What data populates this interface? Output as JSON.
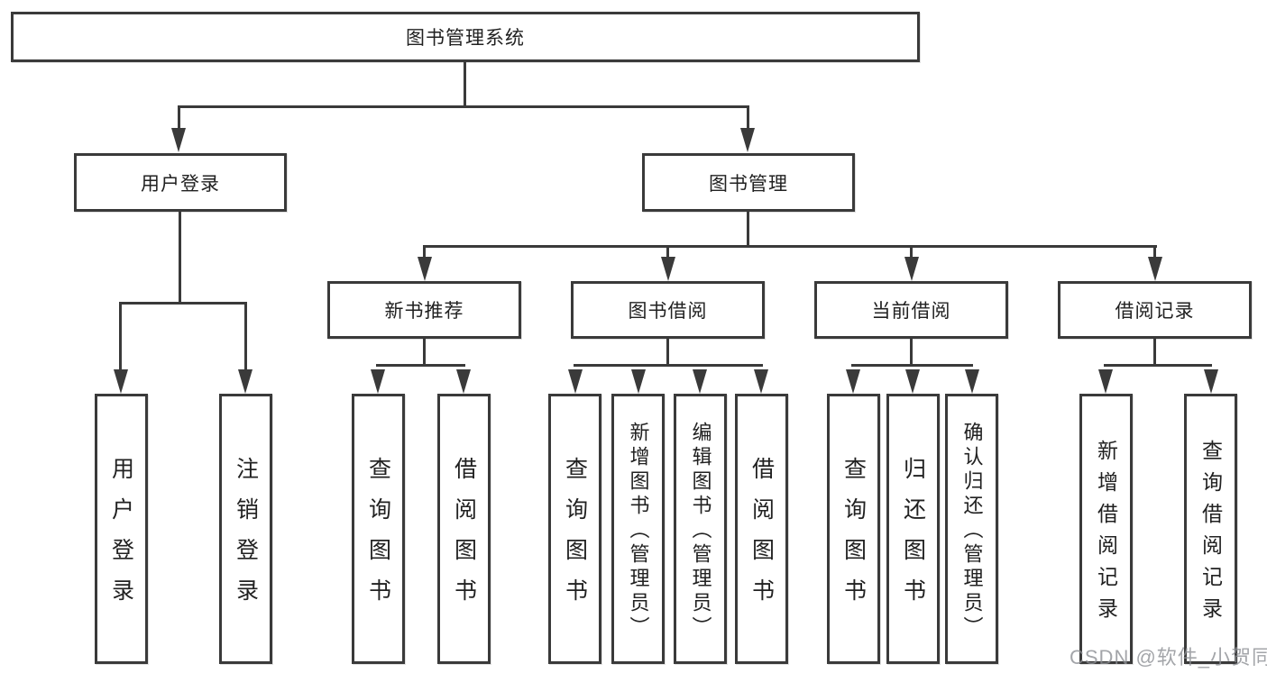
{
  "diagram": {
    "root_label": "图书管理系统",
    "level2": {
      "user_login": "用户登录",
      "book_management": "图书管理"
    },
    "level3": {
      "new_books": "新书推荐",
      "book_borrowing": "图书借阅",
      "current_borrowing": "当前借阅",
      "borrowing_records": "借阅记录"
    },
    "leaves": {
      "user_login": [
        "用户登录",
        "注销登录"
      ],
      "new_books": [
        "查询图书",
        "借阅图书"
      ],
      "book_borrowing": [
        "查询图书",
        "新增图书（管理员）",
        "编辑图书（管理员）",
        "借阅图书"
      ],
      "current_borrowing": [
        "查询图书",
        "归还图书",
        "确认归还（管理员）"
      ],
      "borrowing_records": [
        "新增借阅记录",
        "查询借阅记录"
      ]
    }
  },
  "watermark": {
    "text": "CSDN @软件_小贺同学"
  },
  "colors": {
    "line": "#3a3a3a",
    "text": "#212121",
    "background": "#ffffff",
    "watermark": "#8c8f94"
  }
}
